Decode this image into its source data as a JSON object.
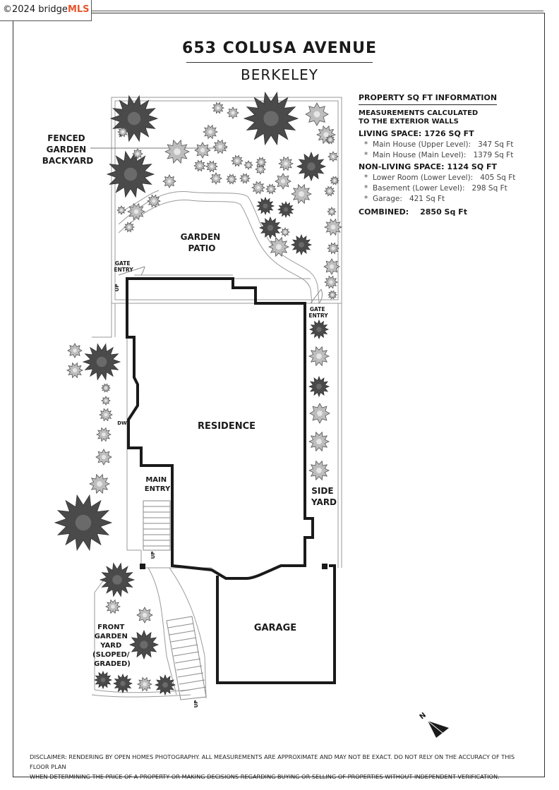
{
  "watermark": {
    "prefix": "©2024 bridge",
    "brand": "MLS"
  },
  "header": {
    "title": "653 COLUSA AVENUE",
    "city": "BERKELEY"
  },
  "info": {
    "heading": "PROPERTY SQ FT INFORMATION",
    "note_line1": "MEASUREMENTS CALCULATED",
    "note_line2": "TO THE EXTERIOR WALLS",
    "living": {
      "title": "LIVING SPACE: 1726 SQ FT",
      "items": [
        {
          "label": "Main House (Upper Level):",
          "value": "347 Sq Ft"
        },
        {
          "label": "Main House (Main Level):",
          "value": "1379 Sq Ft"
        }
      ]
    },
    "nonliving": {
      "title": "NON-LIVING SPACE: 1124 SQ FT",
      "items": [
        {
          "label": "Lower Room (Lower Level):",
          "value": "405 Sq Ft"
        },
        {
          "label": "Basement (Lower Level):",
          "value": "298 Sq Ft"
        },
        {
          "label": "Garage:",
          "value": "421 Sq Ft"
        }
      ]
    },
    "combined": {
      "label": "COMBINED:",
      "value": "2850  Sq Ft"
    }
  },
  "labels": {
    "fenced": [
      "FENCED",
      "GARDEN",
      "BACKYARD"
    ],
    "patio": [
      "GARDEN",
      "PATIO"
    ],
    "gate_left": [
      "GATE",
      "ENTRY"
    ],
    "gate_right": [
      "GATE",
      "ENTRY"
    ],
    "up": "UP",
    "dw": "DW",
    "residence": "RESIDENCE",
    "main_entry": [
      "MAIN",
      "ENTRY"
    ],
    "side_yard": [
      "SIDE",
      "YARD"
    ],
    "garage": "GARAGE",
    "front_yard": [
      "FRONT",
      "GARDEN",
      "YARD",
      "(SLOPED/",
      "GRADED)"
    ],
    "north": "N"
  },
  "disclaimer": {
    "line1": "DISCLAIMER: RENDERING BY OPEN HOMES PHOTOGRAPHY. ALL MEASUREMENTS ARE APPROXIMATE AND MAY NOT BE EXACT. DO NOT RELY ON THE ACCURACY OF THIS FLOOR PLAN",
    "line2": "WHEN DETERMINING THE PRICE OF A PROPERTY OR MAKING DECISIONS REGARDING BUYING OR SELLING OF PROPERTIES WITHOUT INDEPENDENT VERIFICATION."
  },
  "colors": {
    "wall": "#1a1a1a",
    "outline": "#9a9a9a",
    "tree_dark": "#4a4a4a",
    "tree_light": "#bdbdbd",
    "accent": "#e8552b"
  }
}
